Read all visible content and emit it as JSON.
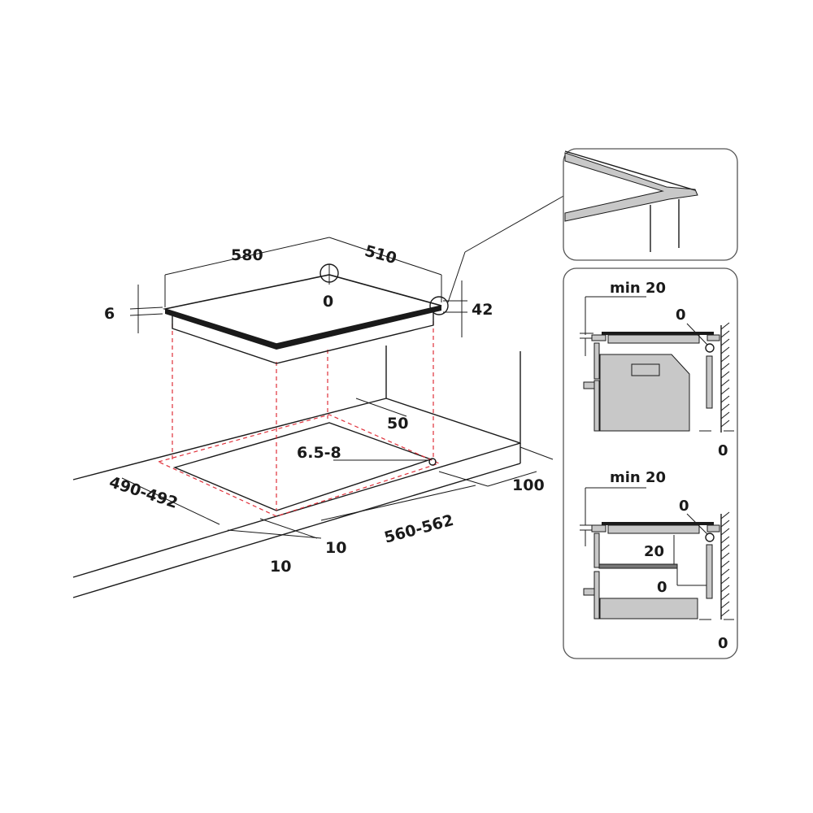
{
  "colors": {
    "cutout_line": "#e0303a",
    "line": "#1a1a1a",
    "fill": "#c8c8c8",
    "panel_border": "#555555"
  },
  "main": {
    "width_label": "580",
    "depth_label": "510",
    "corner_label": "0",
    "thickness_label": "6",
    "height_label": "42",
    "front_gap_label": "50",
    "hole_label": "6.5-8",
    "wall_gap_label": "100",
    "cut_depth_label": "490-492",
    "cut_width_label": "560-562",
    "margin_left_label": "10",
    "margin_right_label": "10"
  },
  "panel_top": {
    "min_label": "min 20",
    "gap_label": "0",
    "wall_label": "0"
  },
  "panel_bottom": {
    "min_label": "min 20",
    "gap_label": "0",
    "shelf_label": "20",
    "side_label": "0",
    "wall_label": "0"
  }
}
